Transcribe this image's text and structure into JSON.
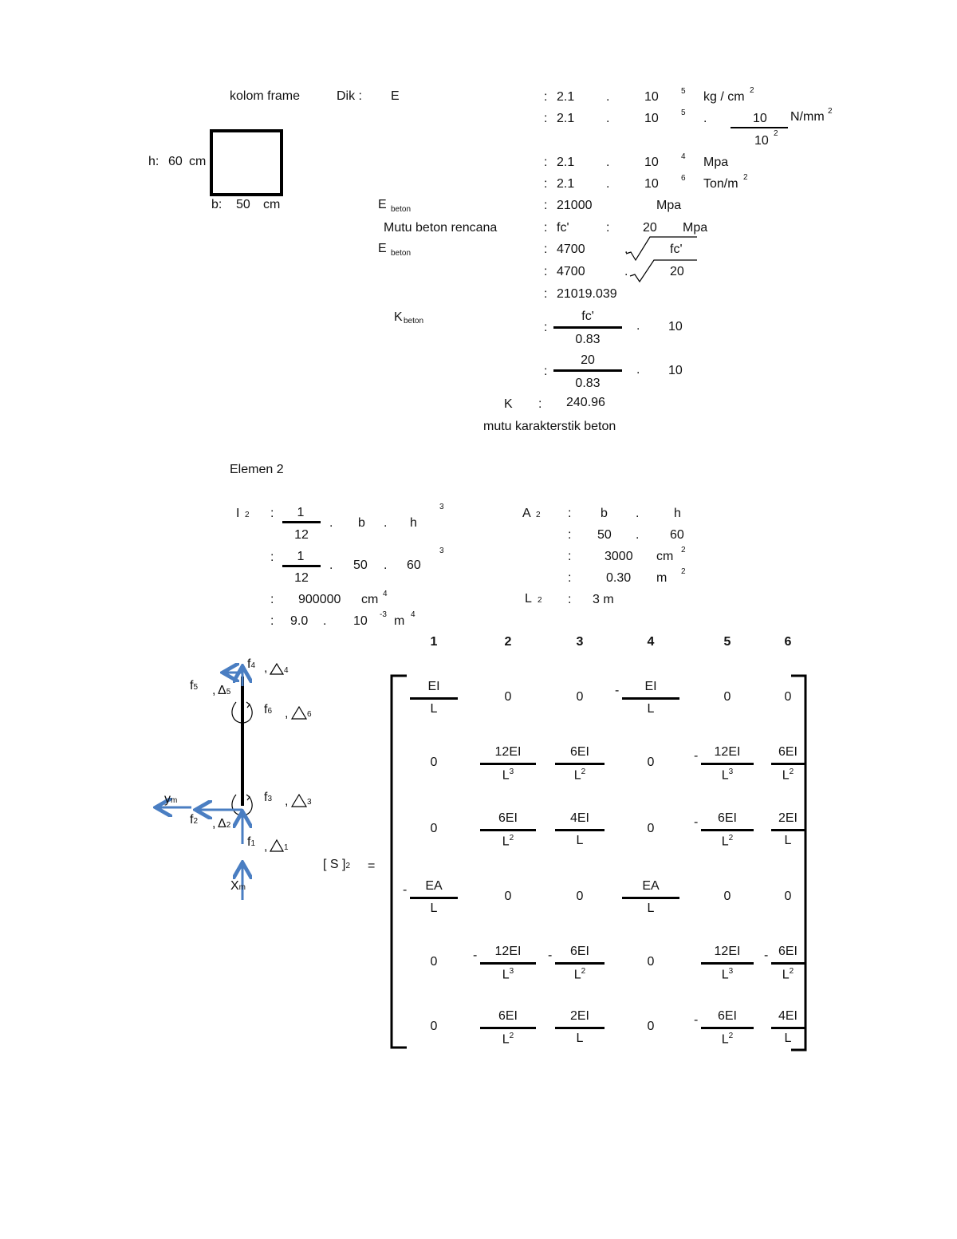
{
  "header": {
    "title": "kolom frame",
    "dik": "Dik :",
    "e_symbol": "E",
    "colon": ":",
    "dot": "."
  },
  "section": {
    "h_label": "h:",
    "h_value": "60",
    "h_unit": "cm",
    "b_label": "b:",
    "b_value": "50",
    "b_unit": "cm"
  },
  "modulus": {
    "rows": [
      {
        "coef": "2.1",
        "base": "10",
        "exp": "5",
        "unit": "kg / cm",
        "unit_exp": "2"
      },
      {
        "coef": "2.1",
        "base": "10",
        "exp": "5",
        "frac_num": "10",
        "frac_den": "10",
        "frac_den_exp": "2",
        "unit": "N/mm",
        "unit_exp": "2"
      },
      {
        "coef": "2.1",
        "base": "10",
        "exp": "4",
        "unit": "Mpa"
      },
      {
        "coef": "2.1",
        "base": "10",
        "exp": "6",
        "unit": "Ton/m",
        "unit_exp": "2"
      }
    ],
    "e_beton_label": "E",
    "e_beton_sub": "beton",
    "e_beton_value": "21000",
    "e_beton_unit": "Mpa",
    "mutu_label": "Mutu beton rencana",
    "fc_label": "fc'",
    "fc_value": "20",
    "fc_unit": "Mpa",
    "e_formula_coef": "4700",
    "e_formula_root": "fc'",
    "e_formula_coef2": "4700",
    "e_formula_root2": "20",
    "e_result": "21019.039",
    "k_label": "K",
    "k_sub": "beton",
    "k_frac1_num": "fc'",
    "k_frac1_den": "0.83",
    "k_factor": "10",
    "k_frac2_num": "20",
    "k_frac2_den": "0.83",
    "k_factor2": "10",
    "k_result_label": "K",
    "k_result": "240.96",
    "k_caption": "mutu karakterstik beton"
  },
  "element": {
    "title": "Elemen 2",
    "I_label": "I",
    "I_sub": "2",
    "I_frac_num": "1",
    "I_frac_den": "12",
    "I_b": "b",
    "I_h": "h",
    "I_exp": "3",
    "I_frac2_num": "1",
    "I_frac2_den": "12",
    "I_b_val": "50",
    "I_h_val": "60",
    "I_exp2": "3",
    "I_result": "900000",
    "I_unit": "cm",
    "I_unit_exp": "4",
    "I_result2_coef": "9.0",
    "I_result2_base": "10",
    "I_result2_exp": "-3",
    "I_result2_unit": "m",
    "I_result2_unit_exp": "4",
    "A_label": "A",
    "A_sub": "2",
    "A_b": "b",
    "A_h": "h",
    "A_b_val": "50",
    "A_h_val": "60",
    "A_result": "3000",
    "A_unit": "cm",
    "A_unit_exp": "2",
    "A_result2": "0.30",
    "A_unit2": "m",
    "A_unit2_exp": "2",
    "L_label": "L",
    "L_sub": "2",
    "L_value": "3 m"
  },
  "diagram": {
    "f4": "f",
    "f4_sub": "4",
    "d4": "Δ",
    "d4_sub": "4",
    "f5": "f",
    "f5_sub": "5",
    "d5": "Δ",
    "d5_sub": "5",
    "f6": "f",
    "f6_sub": "6",
    "d6": "Δ",
    "d6_sub": "6",
    "f3": "f",
    "f3_sub": "3",
    "d3": "Δ",
    "d3_sub": "3",
    "f2": "f",
    "f2_sub": "2",
    "d2": "Δ",
    "d2_sub": "2",
    "f1": "f",
    "f1_sub": "1",
    "d1": "Δ",
    "d1_sub": "1",
    "ym": "y",
    "ym_sub": "m",
    "xm": "X",
    "xm_sub": "m",
    "arrow_color": "#4a7ec2"
  },
  "matrix": {
    "label": "[ S ]",
    "label_sub": "2",
    "equals": "=",
    "minus": "-",
    "col_headers": [
      "1",
      "2",
      "3",
      "4",
      "5",
      "6"
    ],
    "rows": [
      [
        {
          "num": "EI",
          "den": "L"
        },
        {
          "v": "0"
        },
        {
          "v": "0"
        },
        {
          "neg": true,
          "num": "EI",
          "den": "L"
        },
        {
          "v": "0"
        },
        {
          "v": "0"
        }
      ],
      [
        {
          "v": "0"
        },
        {
          "num": "12EI",
          "den": "L",
          "den_exp": "3"
        },
        {
          "num": "6EI",
          "den": "L",
          "den_exp": "2"
        },
        {
          "v": "0"
        },
        {
          "neg": true,
          "num": "12EI",
          "den": "L",
          "den_exp": "3"
        },
        {
          "num": "6EI",
          "den": "L",
          "den_exp": "2"
        }
      ],
      [
        {
          "v": "0"
        },
        {
          "num": "6EI",
          "den": "L",
          "den_exp": "2"
        },
        {
          "num": "4EI",
          "den": "L"
        },
        {
          "v": "0"
        },
        {
          "neg": true,
          "num": "6EI",
          "den": "L",
          "den_exp": "2"
        },
        {
          "num": "2EI",
          "den": "L"
        }
      ],
      [
        {
          "neg": true,
          "num": "EA",
          "den": "L"
        },
        {
          "v": "0"
        },
        {
          "v": "0"
        },
        {
          "num": "EA",
          "den": "L"
        },
        {
          "v": "0"
        },
        {
          "v": "0"
        }
      ],
      [
        {
          "v": "0"
        },
        {
          "neg": true,
          "num": "12EI",
          "den": "L",
          "den_exp": "3"
        },
        {
          "neg": true,
          "num": "6EI",
          "den": "L",
          "den_exp": "2"
        },
        {
          "v": "0"
        },
        {
          "num": "12EI",
          "den": "L",
          "den_exp": "3"
        },
        {
          "neg": true,
          "num": "6EI",
          "den": "L",
          "den_exp": "2"
        }
      ],
      [
        {
          "v": "0"
        },
        {
          "num": "6EI",
          "den": "L",
          "den_exp": "2"
        },
        {
          "num": "2EI",
          "den": "L"
        },
        {
          "v": "0"
        },
        {
          "neg": true,
          "num": "6EI",
          "den": "L",
          "den_exp": "2"
        },
        {
          "num": "4EI",
          "den": "L"
        }
      ]
    ]
  }
}
